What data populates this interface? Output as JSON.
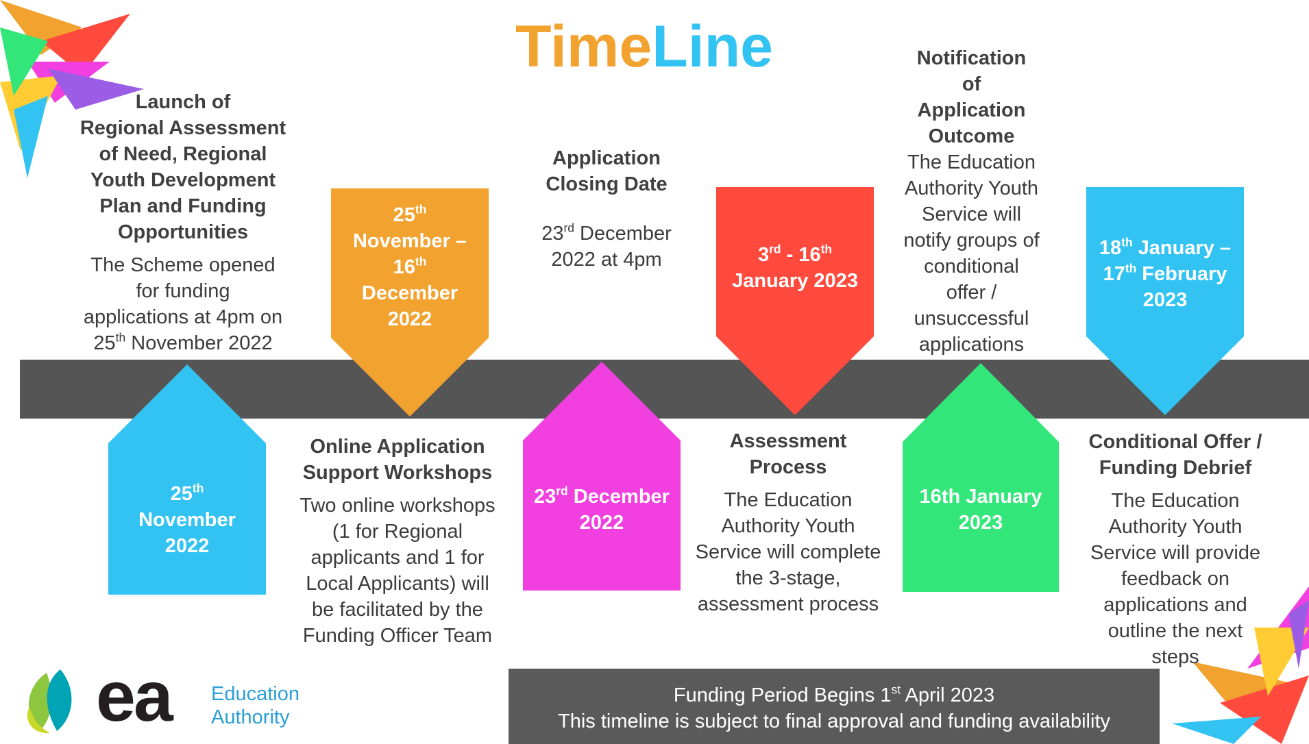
{
  "title": {
    "part1": "Time",
    "part2": "Line"
  },
  "milestones": [
    {
      "date_html": "25<sup>th</sup><br>November<br>2022",
      "color": "#33c3f2",
      "heading_html": "Launch of<br>Regional Assessment<br>of Need, Regional<br>Youth Development<br>Plan and Funding<br>Opportunities",
      "text_html": "The Scheme opened<br>for funding<br>applications at 4pm on<br>25<sup>th</sup> November 2022"
    },
    {
      "date_html": "25<sup>th</sup><br>November –<br>16<sup>th</sup><br>December<br>2022",
      "color": "#f2a22e",
      "heading_html": "Online Application<br>Support Workshops",
      "text_html": "Two online workshops<br>(1 for Regional<br>applicants and 1 for<br>Local Applicants) will<br>be facilitated by the<br>Funding Officer Team"
    },
    {
      "date_html": "23<sup>rd</sup> December<br>2022",
      "color": "#f23fe0",
      "heading_html": "Application<br>Closing Date",
      "text_html": "23<sup>rd</sup> December<br>2022 at 4pm"
    },
    {
      "date_html": "3<sup>rd</sup> - 16<sup>th</sup><br>January 2023",
      "color": "#ff4a3d",
      "heading_html": "Assessment<br>Process",
      "text_html": "The Education<br>Authority Youth<br>Service will complete<br>the 3-stage,<br>assessment process"
    },
    {
      "date_html": "16th January<br>2023",
      "color": "#33e67a",
      "heading_html": "Notification<br>of<br>Application<br>Outcome",
      "text_html": "The Education<br>Authority Youth<br>Service will<br>notify groups of<br>conditional<br>offer /<br>unsuccessful<br>applications"
    },
    {
      "date_html": "18<sup>th</sup> January –<br>17<sup>th</sup> February<br>2023",
      "color": "#33c3f2",
      "heading_html": "Conditional Offer /<br>Funding Debrief",
      "text_html": "The Education<br>Authority Youth<br>Service will provide<br>feedback on<br>applications and<br>outline the next<br>steps"
    }
  ],
  "footer": {
    "line1_html": "Funding Period Begins 1<sup>st</sup> April 2023",
    "line2": "This timeline is subject to final approval and funding availability"
  },
  "logo": {
    "mark": "ea",
    "name_line1": "Education",
    "name_line2": "Authority"
  }
}
